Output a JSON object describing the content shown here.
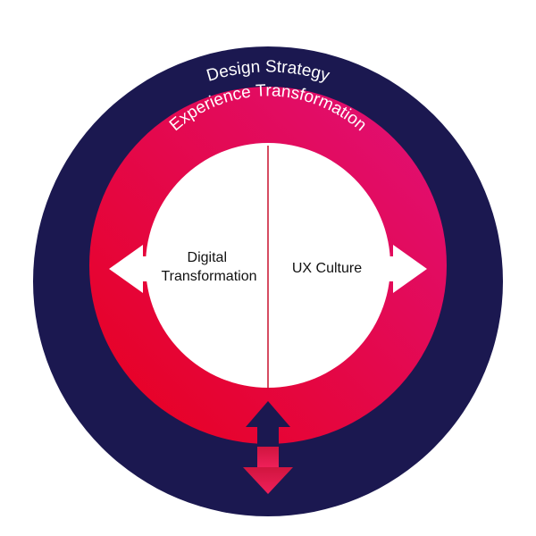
{
  "outer_ring": {
    "label": "Design Strategy",
    "color": "#1b1850"
  },
  "middle_ring": {
    "label": "Experience Transformation",
    "gradient_start": "#e8001c",
    "gradient_end": "#e0107a"
  },
  "inner_circle": {
    "left_label_line1": "Digital",
    "left_label_line2": "Transformation",
    "right_label": "UX Culture",
    "color": "#ffffff",
    "divider_color": "#c8102e"
  },
  "arrows": {
    "horizontal_icon": "double-headed-horizontal-arrow-icon",
    "vertical_icon": "double-headed-vertical-arrow-icon",
    "vertical_up_color": "#1b1850",
    "vertical_down_color": "#e0103a"
  }
}
